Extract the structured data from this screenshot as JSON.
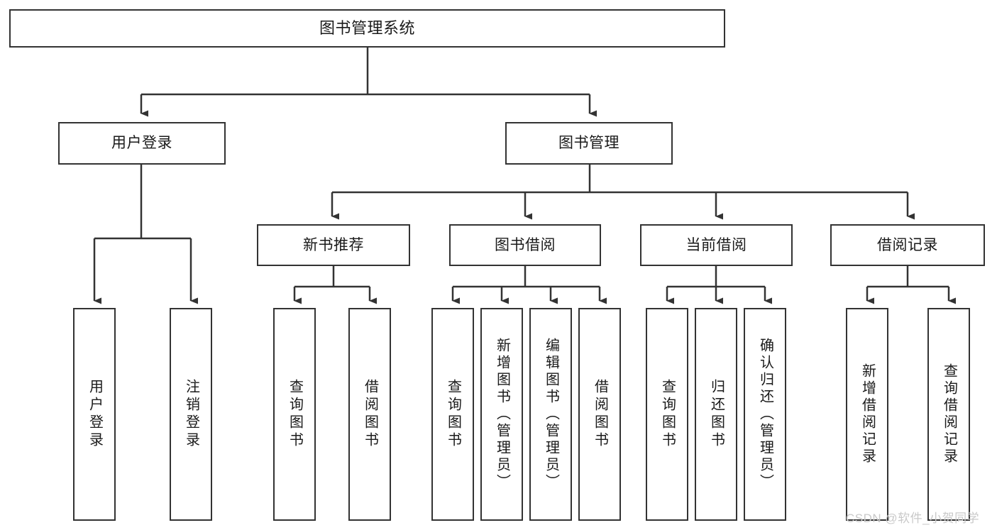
{
  "diagram": {
    "title": "图书管理系统",
    "type": "tree-hierarchy-diagram",
    "watermark": "CSDN @软件_小贺同学",
    "colors": {
      "stroke": "#333333",
      "fill": "#ffffff",
      "text": "#1a1a1a",
      "watermark": "#c9c9c9"
    },
    "root": {
      "label": "图书管理系统"
    },
    "level1": [
      {
        "label": "用户登录"
      },
      {
        "label": "图书管理"
      }
    ],
    "level2": [
      {
        "label": "新书推荐"
      },
      {
        "label": "图书借阅"
      },
      {
        "label": "当前借阅"
      },
      {
        "label": "借阅记录"
      }
    ],
    "leaves": {
      "user_login": [
        {
          "label": "用户登录"
        },
        {
          "label": "注销登录"
        }
      ],
      "new_book_recommend": [
        {
          "label": "查询图书"
        },
        {
          "label": "借阅图书"
        }
      ],
      "book_borrow": [
        {
          "label": "查询图书"
        },
        {
          "label": "新增图书（管理员）"
        },
        {
          "label": "编辑图书（管理员）"
        },
        {
          "label": "借阅图书"
        }
      ],
      "current_borrow": [
        {
          "label": "查询图书"
        },
        {
          "label": "归还图书"
        },
        {
          "label": "确认归还（管理员）"
        }
      ],
      "borrow_record": [
        {
          "label": "新增借阅记录"
        },
        {
          "label": "查询借阅记录"
        }
      ]
    }
  }
}
